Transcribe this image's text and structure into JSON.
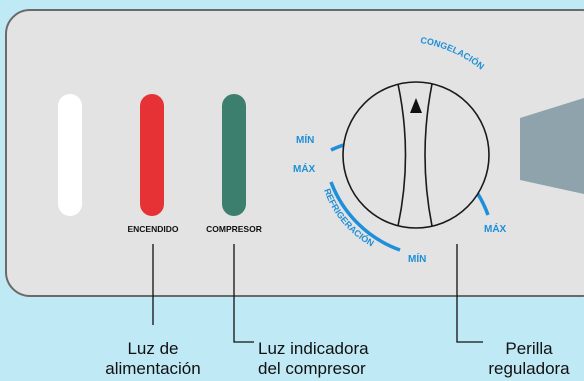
{
  "colors": {
    "background": "#bfe9f5",
    "panel": "#e3e3e3",
    "panel_border": "#6a6a6a",
    "power_light": "#e63235",
    "compressor_light": "#3d7f6e",
    "white_light": "#ffffff",
    "dial_arc": "#1e8fd8",
    "vent": "#8ea3ab",
    "text": "#111111"
  },
  "lights": {
    "power_label": "ENCENDIDO",
    "compressor_label": "COMPRESOR"
  },
  "dial": {
    "arrow_icon": "up-triangle-icon",
    "congelacion_label": "CONGELACIÓN",
    "refrigeracion_label": "REFRIGERACIÓN",
    "min_top": "MÍN",
    "max_left": "MÁX",
    "max_right": "MÁX",
    "min_bottom": "MÍN"
  },
  "callouts": {
    "power_light_line1": "Luz de",
    "power_light_line2": "alimentación",
    "compressor_light_line1": "Luz indicadora",
    "compressor_light_line2": "del compresor",
    "knob_line1": "Perilla",
    "knob_line2": "reguladora"
  }
}
